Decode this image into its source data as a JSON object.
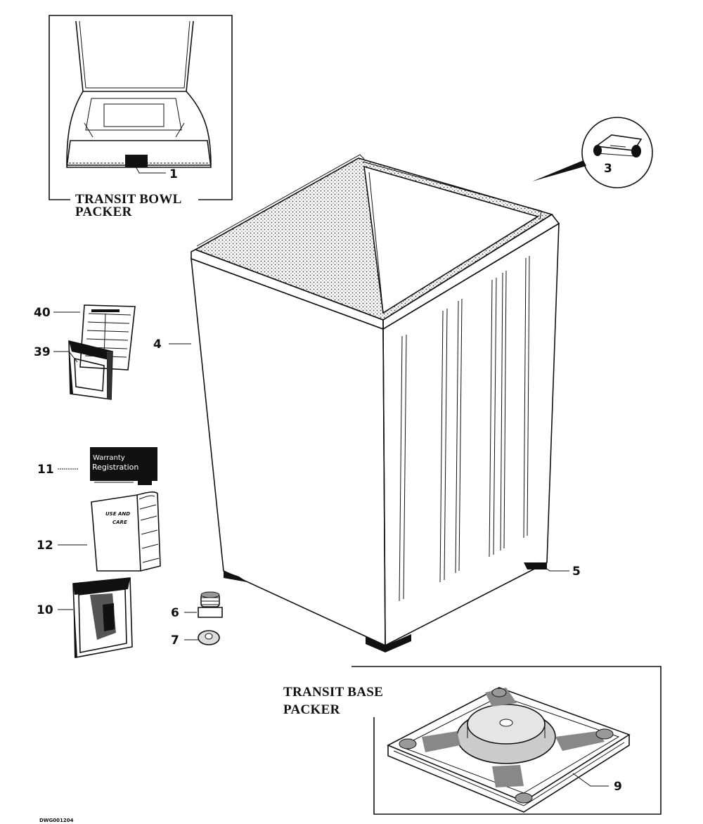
{
  "insets": {
    "bowl_packer": {
      "caption_line1": "TRANSIT BOWL",
      "caption_line2": "PACKER"
    },
    "base_packer": {
      "caption_line1": "TRANSIT BASE",
      "caption_line2": "PACKER"
    }
  },
  "callouts": {
    "c1": "1",
    "c3": "3",
    "c4": "4",
    "c5": "5",
    "c6": "6",
    "c7": "7",
    "c9": "9",
    "c10": "10",
    "c11": "11",
    "c12": "12",
    "c39": "39",
    "c40": "40"
  },
  "docs": {
    "warranty_line1": "Warranty",
    "warranty_line2": "Registration",
    "use_care_line1": "USE AND",
    "use_care_line2": "CARE"
  },
  "drawing_number": "DWG001204"
}
